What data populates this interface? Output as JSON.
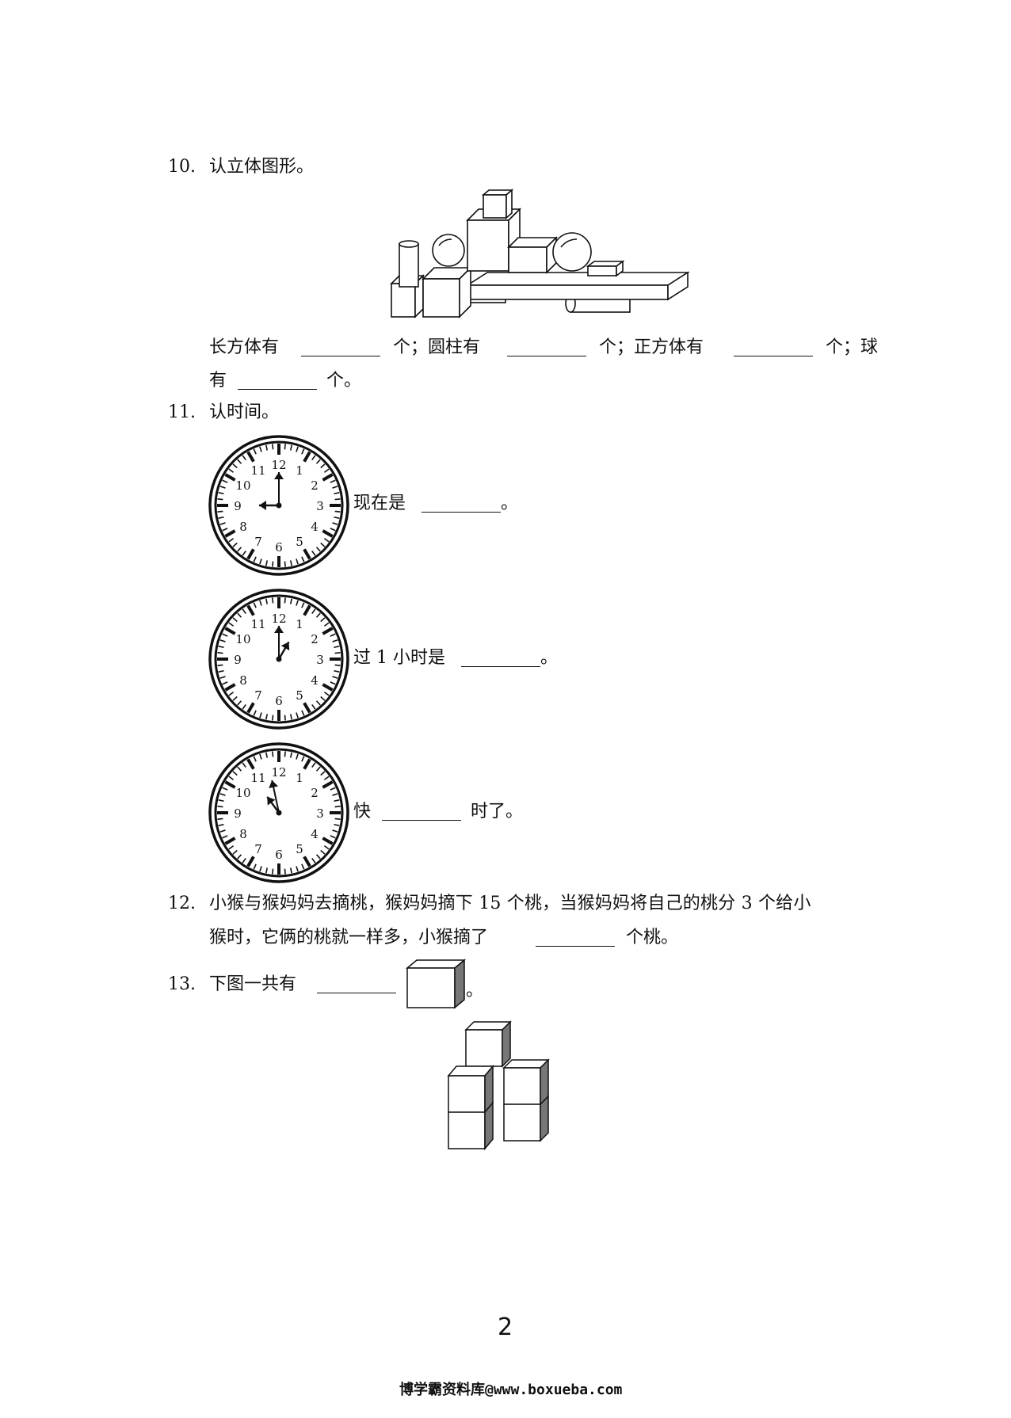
{
  "q10": {
    "number": "10.",
    "title": "认立体图形。",
    "line1": {
      "part1": "长方体有",
      "part2": "个；圆柱有",
      "part3": "个；正方体有",
      "part4": "个；球"
    },
    "line2": {
      "part1": "有",
      "part2": "个。"
    }
  },
  "q11": {
    "number": "11.",
    "title": "认时间。",
    "clock_numbers": [
      "12",
      "1",
      "2",
      "3",
      "4",
      "5",
      "6",
      "7",
      "8",
      "9",
      "10",
      "11"
    ],
    "clock1": {
      "text1": "现在是",
      "text2": "。"
    },
    "clock2": {
      "text1": "过 1 小时是",
      "text2": "。"
    },
    "clock3": {
      "text1": "快",
      "text2": "时了。"
    }
  },
  "q12": {
    "number": "12.",
    "line1": "小猴与猴妈妈去摘桃，猴妈妈摘下 15 个桃，当猴妈妈将自己的桃分 3 个给小",
    "line2_part1": "猴时，它俩的桃就一样多，小猴摘了",
    "line2_part2": "个桃。"
  },
  "q13": {
    "number": "13.",
    "text1": "下图一共有",
    "text2": "。"
  },
  "page_number": "2",
  "footer": "博学霸资料库@www.boxueba.com"
}
